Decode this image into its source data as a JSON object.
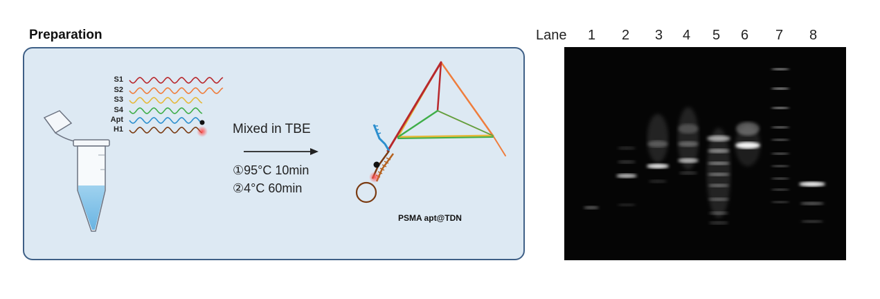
{
  "section_title": "Preparation",
  "strands": [
    {
      "label": "S1",
      "color": "#b8282c"
    },
    {
      "label": "S2",
      "color": "#ef7d3c"
    },
    {
      "label": "S3",
      "color": "#e6b83a"
    },
    {
      "label": "S4",
      "color": "#3fae49"
    },
    {
      "label": "Apt",
      "color": "#2c8fce"
    },
    {
      "label": "H1",
      "color": "#7a3b12"
    }
  ],
  "mix_label": "Mixed in TBE",
  "steps": [
    "①95°C 10min",
    "②4°C 60min"
  ],
  "product_label": "PSMA apt@TDN",
  "gel": {
    "lane_title": "Lane",
    "lanes": [
      "1",
      "2",
      "3",
      "4",
      "5",
      "6",
      "7",
      "8"
    ]
  },
  "colors": {
    "panel_fill": "#dde9f3",
    "panel_border": "#3e5f86",
    "gel_background": "#050505"
  }
}
